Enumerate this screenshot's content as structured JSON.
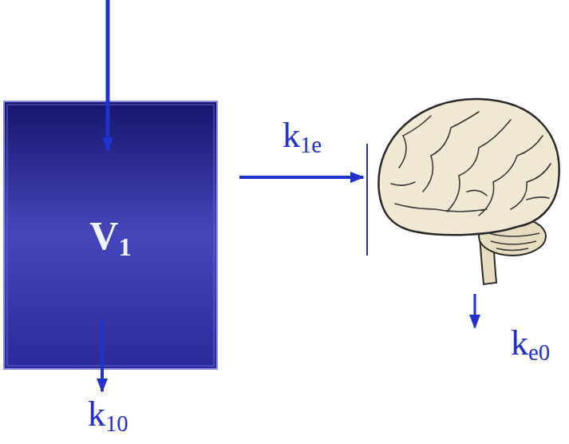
{
  "diagram": {
    "nodes": [
      {
        "text": [
          "V1"
        ]
      }
    ],
    "labels": [
      "k1e",
      "k10",
      "ke0"
    ]
  }
}
